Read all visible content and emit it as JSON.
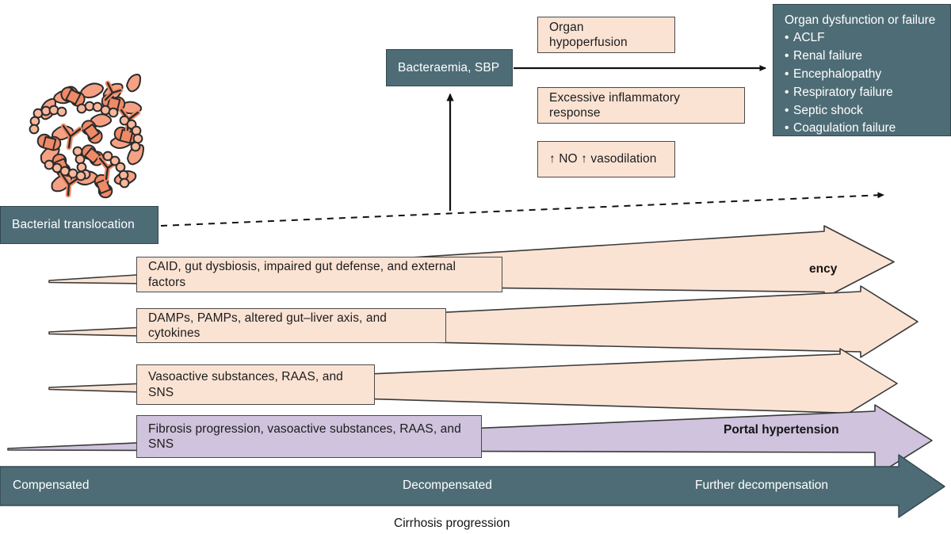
{
  "figure": {
    "caption": "Cirrhosis progression"
  },
  "illustration": {
    "name": "bacteria-cluster",
    "fill": "#ef8a6a",
    "light_fill": "#f8b79b",
    "stroke": "#2b2b2b"
  },
  "colors": {
    "teal": "#4e6c76",
    "peach": "#fbe3d4",
    "purple": "#cfc3dd",
    "stroke": "#3a3a3a",
    "white": "#ffffff"
  },
  "nodes": {
    "bacterial_translocation": "Bacterial translocation",
    "bacteraemia_sbp": "Bacteraemia, SBP",
    "organ_hypoperfusion": "Organ hypoperfusion",
    "excessive_inflammatory_response": "Excessive inflammatory response",
    "no_vasodilation": "↑ NO ↑ vasodilation"
  },
  "organ_failure": {
    "title": "Organ dysfunction or failure",
    "items": [
      "ACLF",
      "Renal failure",
      "Encephalopathy",
      "Respiratory failure",
      "Septic shock",
      "Coagulation failure"
    ]
  },
  "bands": [
    {
      "label": "CAID, gut dysbiosis, impaired gut defense, and external factors",
      "color": "#fbe3d4",
      "arrow_label": "ency"
    },
    {
      "label": "DAMPs, PAMPs, altered gut–liver axis, and cytokines",
      "color": "#fbe3d4",
      "arrow_label": ""
    },
    {
      "label": "Vasoactive substances, RAAS, and SNS",
      "color": "#fbe3d4",
      "arrow_label": ""
    },
    {
      "label": "Fibrosis progression, vasoactive substances, RAAS, and SNS",
      "color": "#cfc3dd",
      "arrow_label": "Portal hypertension"
    }
  ],
  "timeline": {
    "stages": [
      "Compensated",
      "Decompensated",
      "Further decompensation"
    ]
  }
}
